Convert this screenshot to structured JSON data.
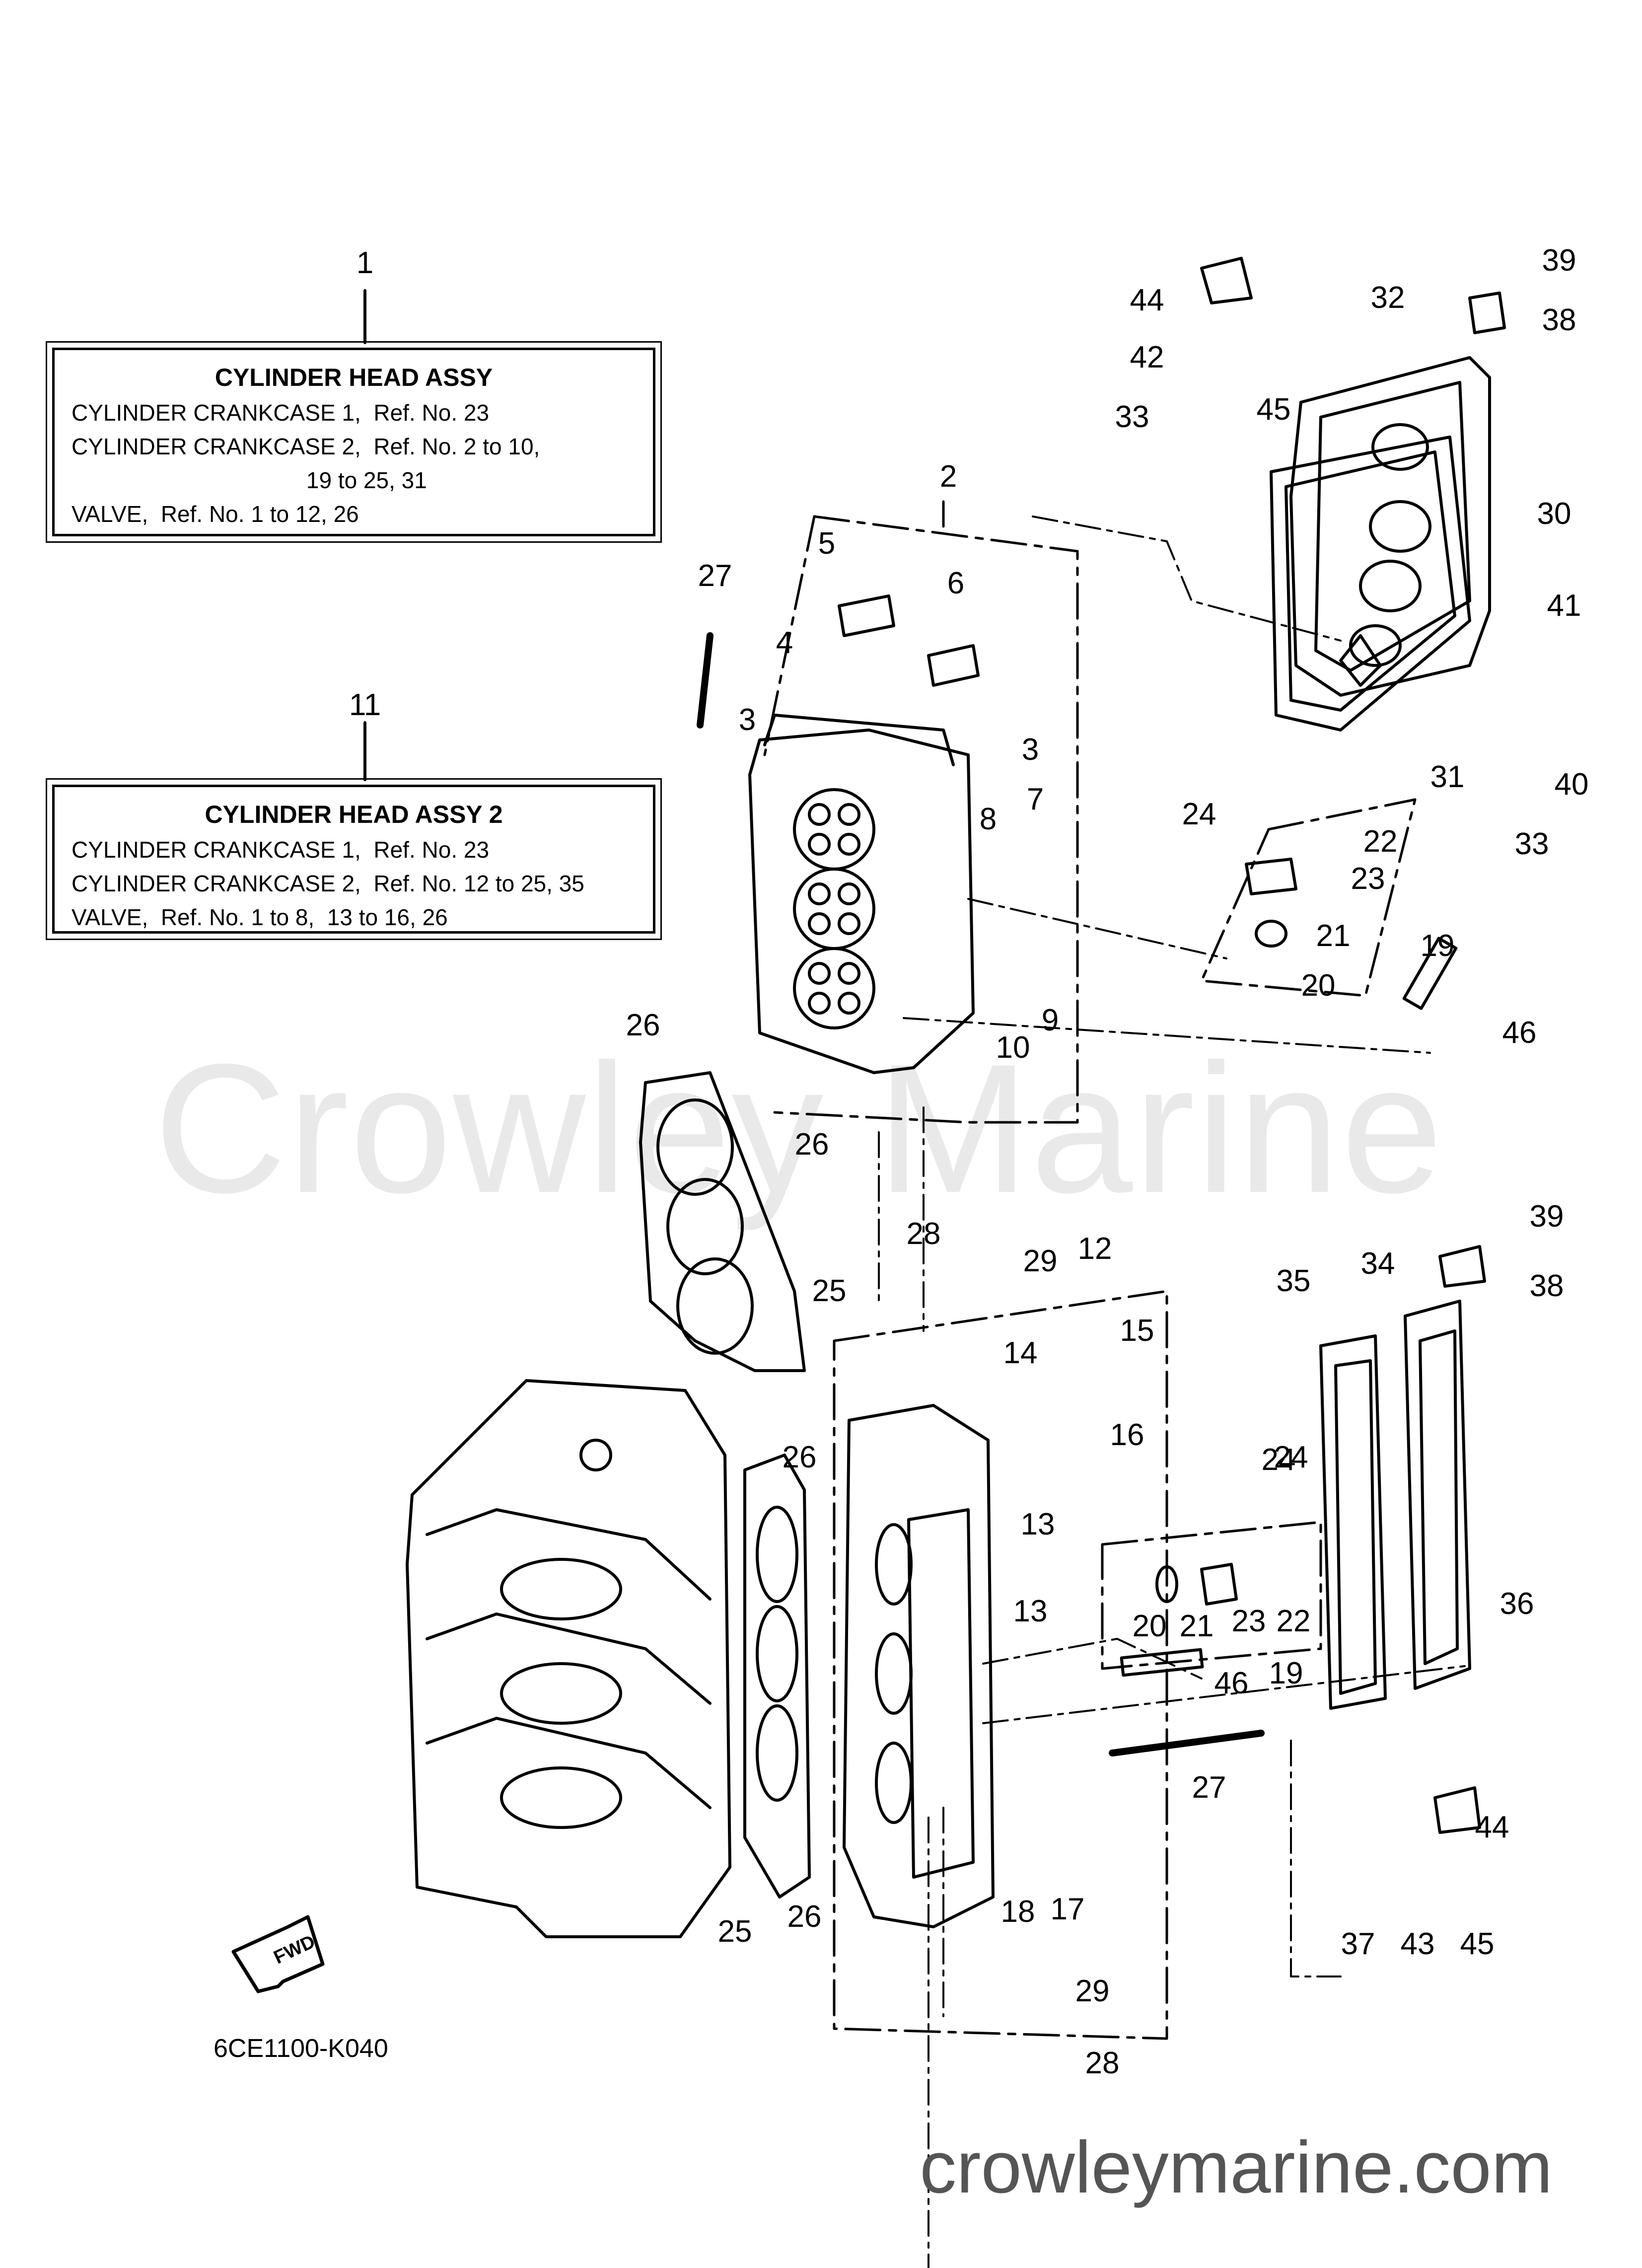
{
  "kit_boxes": [
    {
      "ref": "1",
      "title": "CYLINDER HEAD ASSY",
      "lines": [
        "CYLINDER CRANKCASE 1,  Ref. No. 23",
        "CYLINDER CRANKCASE 2,  Ref. No. 2 to 10,",
        "                                     19 to 25, 31",
        "VALVE,  Ref. No. 1 to 12, 26"
      ]
    },
    {
      "ref": "11",
      "title": "CYLINDER HEAD ASSY 2",
      "lines": [
        "CYLINDER CRANKCASE 1,  Ref. No. 23",
        "CYLINDER CRANKCASE 2,  Ref. No. 12 to 25, 35",
        "VALVE,  Ref. No. 1 to 8,  13 to 16, 26"
      ]
    }
  ],
  "callouts": [
    "1",
    "11",
    "2",
    "5",
    "27",
    "6",
    "4",
    "3",
    "3",
    "8",
    "7",
    "26",
    "10",
    "9",
    "26",
    "28",
    "29",
    "25",
    "12",
    "14",
    "15",
    "26",
    "16",
    "13",
    "13",
    "25",
    "26",
    "18",
    "17",
    "29",
    "28",
    "27",
    "20",
    "21",
    "23",
    "22",
    "19",
    "46",
    "24",
    "44",
    "42",
    "33",
    "32",
    "45",
    "39",
    "38",
    "30",
    "41",
    "31",
    "40",
    "33",
    "24",
    "22",
    "23",
    "21",
    "20",
    "19",
    "46",
    "39",
    "38",
    "35",
    "34",
    "36",
    "44",
    "37",
    "43",
    "45",
    "24"
  ],
  "fwd_label": "FWD",
  "diagram_code": "6CE1100-K040",
  "watermark": "Crowley Marine",
  "footer_url": "crowleymarine.com"
}
